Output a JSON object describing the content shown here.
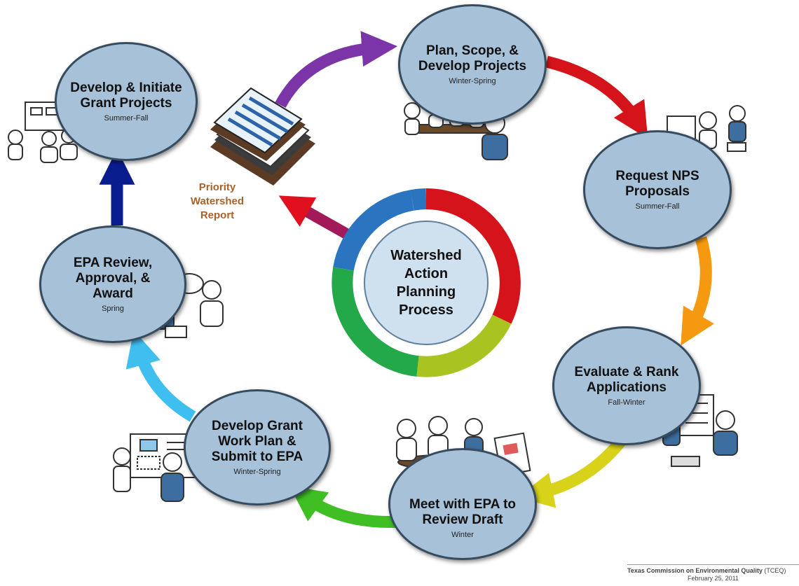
{
  "center": {
    "title": "Watershed\nAction\nPlanning\nProcess"
  },
  "report": {
    "label": "Priority\nWatershed\nReport"
  },
  "steps": [
    {
      "title": "Plan, Scope, &\nDevelop Projects",
      "season": "Winter-Spring"
    },
    {
      "title": "Request NPS\nProposals",
      "season": "Summer-Fall"
    },
    {
      "title": "Evaluate & Rank\nApplications",
      "season": "Fall-Winter"
    },
    {
      "title": "Meet with EPA to\nReview Draft",
      "season": "Winter"
    },
    {
      "title": "Develop Grant\nWork Plan &\nSubmit to EPA",
      "season": "Winter-Spring"
    },
    {
      "title": "EPA Review,\nApproval, &\nAward",
      "season": "Spring"
    },
    {
      "title": "Develop & Initiate\nGrant Projects",
      "season": "Summer-Fall"
    }
  ],
  "footer": {
    "org": "Texas Commission on Environmental Quality",
    "abbr": "(TCEQ)",
    "date": "February 25, 2011"
  },
  "colors": {
    "node_fill": "#a6c1d8",
    "node_border": "#384c60",
    "arrow_purple": "#7b35a8",
    "arrow_red": "#d4131b",
    "arrow_orange": "#f59a10",
    "arrow_yellow": "#d8d21a",
    "arrow_green": "#3fbf24",
    "arrow_lightblue": "#3fbef0",
    "arrow_navy": "#0a1d8f",
    "ring_blue": "#2a74c0",
    "ring_red": "#d4131b",
    "ring_olive": "#a9c321",
    "ring_green": "#23a84a"
  }
}
